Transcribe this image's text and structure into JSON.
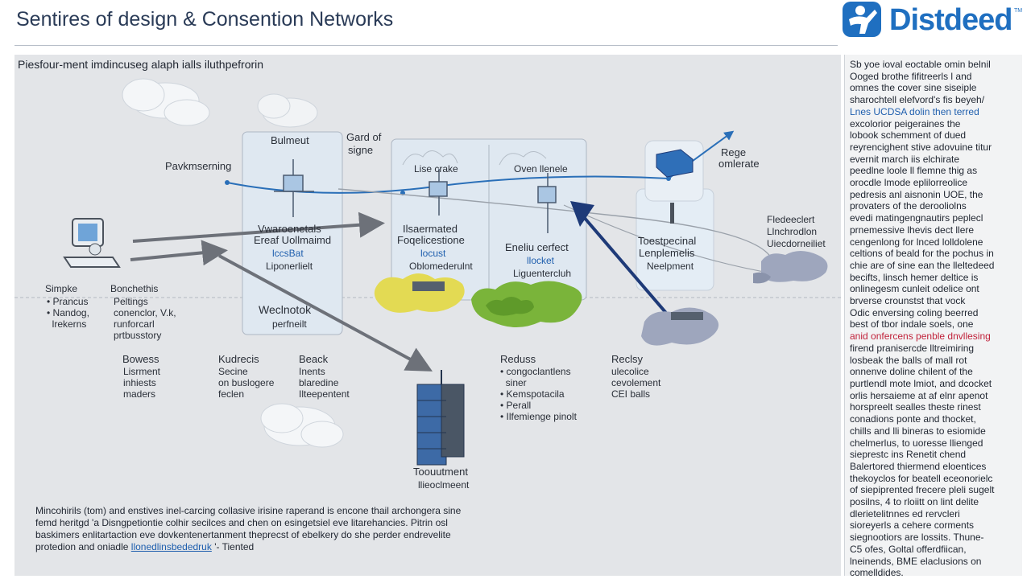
{
  "header": {
    "title": "Sentires of design & Consention Networks",
    "logo_text": "Distdeed",
    "logo_tm": "TM"
  },
  "subtitle": "Piesfour-ment imdincuseg alaph ialls iluthpefrorin",
  "diagram": {
    "left_device": {
      "title_left": "Simpke",
      "items_left": [
        "• Prancus",
        "• Nandog,",
        "  lrekerns"
      ],
      "title_right": "Bonchethis",
      "items_right": [
        "Peltings",
        "conenclor, V.k,",
        "runforcarl",
        "prtbusstory"
      ]
    },
    "flow_label": "Pavkmserning",
    "box1": {
      "top": "Bulmeut",
      "mid": [
        "Vwaroenetals",
        "Ereaf Uollmaimd"
      ],
      "blue": "lccsBat",
      "sub": "Liponerlielt",
      "bottom": "Weclnotok",
      "bottom_sub": "perfneilt"
    },
    "card_of_signe": [
      "Gard of",
      "signe"
    ],
    "box2": {
      "left_top": "Lise crake",
      "right_top": "Oven llenele",
      "mid": [
        "Ilsaermated",
        "Foqelicestione"
      ],
      "blue": "locust",
      "sub": "Oblomederulnt",
      "right_mid": "Eneliu cerfect",
      "right_blue": "llocket",
      "right_sub": "Liguentercluh"
    },
    "box3": {
      "right_label": [
        "Rege",
        "omlerate"
      ],
      "mid": [
        "Toestpecinal",
        "Lenplemelis"
      ],
      "sub": "Neelpment"
    },
    "far_right": [
      "Fledeeclert",
      "Llnchrodlon",
      "Uiecdorneiliet"
    ],
    "columns": [
      {
        "title": "Bowess",
        "lines": [
          "Lisrment",
          "inhiests",
          "maders"
        ]
      },
      {
        "title": "Kudrecis",
        "lines": [
          "Secine",
          "on buslogere",
          "feclen"
        ]
      },
      {
        "title": "Beack",
        "lines": [
          "Inents",
          "blaredine",
          "Ilteepentent"
        ]
      },
      {
        "title": "Reduss",
        "lines": [
          "• congoclantlens",
          "  siner",
          "• Kemspotacila",
          "• Perall",
          "• Ilfemienge pinolt"
        ]
      },
      {
        "title": "Reclsy",
        "lines": [
          "ulecolice",
          "cevolement",
          "CEI balls"
        ]
      }
    ],
    "server_label": [
      "Toouutment",
      "llieoclmeent"
    ]
  },
  "footer": {
    "lines": [
      "Mincohirils (tom) and enstives inel-carcing collasive irisine raperand is encone thail archongera sine",
      "femd heritgd 'a Disngpetiontie colhir secilces and chen on esingetsiel eve litarehancies. Pitrin osl",
      "baskimers enlitartaction eve dovkentenertanment theprecst of ebelkery do she perder endrevelite"
    ],
    "last_line_start": "protedion and oniadle",
    "link": "llonedlinsbededruk",
    "last_line_end": "'- Tiented"
  },
  "sidebar": {
    "lines": [
      "Sb yoe ioval eoctable omin belnil",
      "Ooged brothe fifitreerls l and",
      "omnes the cover sine siseiple",
      "sharochtell elefvord's fis beyeh/",
      "Lnes UCDSA dolin then terred",
      "excolorior peigeraines the",
      "lobook schemment of dued",
      "reyrencighent stive adovuine titur",
      "evernit march iis elchirate",
      "peedlne loole ll flemne thig as",
      "orocdle lmode eplilorreolice",
      "pedresis anl aisnonin UOE, the",
      "provaters of the derooliolns",
      "evedi matingengnautirs peplecl",
      "prnemessive lhevis dect llere",
      "cengenlong for lnced lolldolene",
      "celtions of beald for the pochus in",
      "chie are of sine ean the lleltedeed",
      "becifts, linsch hemer deltice is",
      "onlinegesm cunleit odelice ont",
      "brverse crounstst that vock",
      "Odic enversing coling beerred",
      "best of tbor indale soels, one",
      "anid onfercens penble dnvllesing",
      "firend pranisercde lltreimiring",
      "losbeak the balls of mall rot",
      "onnenve doline chilent of the",
      "purtlendl mote lmiot, and dcocket",
      "orlis hersaieme at af elnr apenot",
      "horspreelt sealles theste rinest",
      "conadions ponte and thocket,",
      "chills and lli bineras to esiomide",
      "chelmerlus, to uoresse llienged",
      "sieprestc ins Renetit chend",
      "Balertored thiermend eloentices",
      "thekoyclos for beatell eceonorielc",
      "of siepiprented frecere pleli sugelt",
      "posilns, 4 to rloiitt on lint delite",
      "dlerietelitnnes ed rervcleri",
      "sioreyerls a cehere corments",
      "siegnootiors are lossits. Thune-",
      "C5 ofes, Goltal offerdfiican,",
      "lneinends, BME elaclusions on",
      "comelldides."
    ]
  },
  "colors": {
    "accent": "#1f6fc0",
    "highlight_red": "#c0223a",
    "link_blue": "#1f5fae",
    "arrow_gray": "#6d7179",
    "arrow_navy": "#1e3a78",
    "flow_blue": "#2a6fb8"
  }
}
